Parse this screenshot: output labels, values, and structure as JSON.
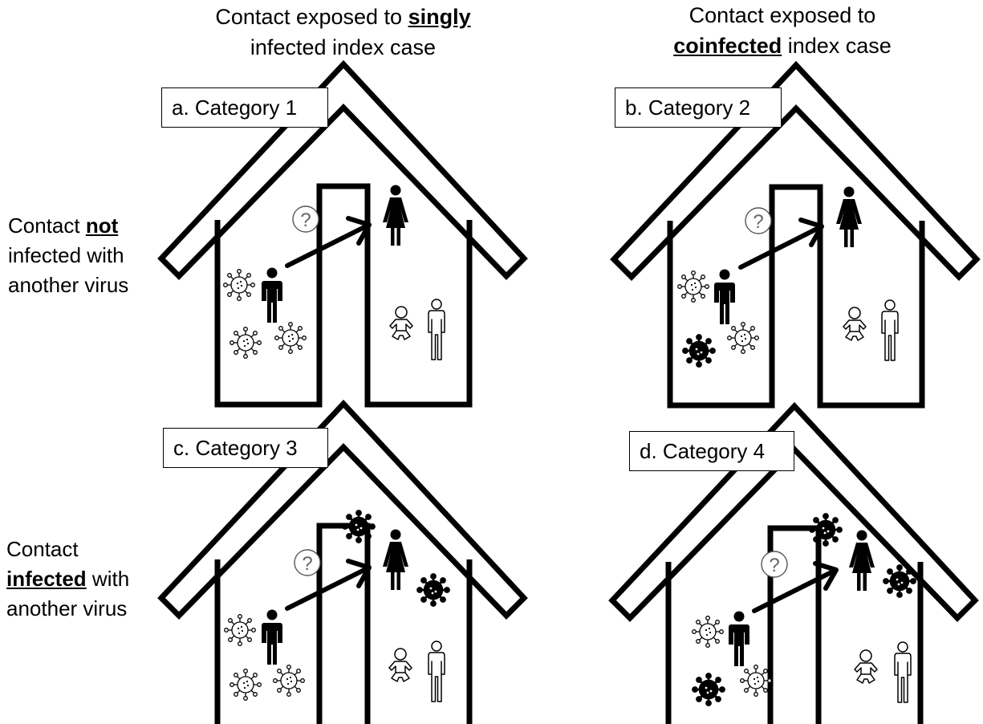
{
  "headers": {
    "col1": {
      "pre": "Contact exposed to ",
      "emph": "singly",
      "post": "infected index case"
    },
    "col2": {
      "pre": "Contact exposed to",
      "emph": "coinfected",
      "post": " index case"
    },
    "row1": {
      "pre": "Contact ",
      "emph": "not",
      "post1": "infected with",
      "post2": "another virus"
    },
    "row2": {
      "pre": "Contact",
      "emph": "infected",
      "post1": " with",
      "post2": "another virus"
    }
  },
  "panels": [
    {
      "label": "a. Category 1",
      "question": "?"
    },
    {
      "label": "b. Category 2",
      "question": "?"
    },
    {
      "label": "c. Category 3",
      "question": "?"
    },
    {
      "label": "d. Category 4",
      "question": "?"
    }
  ],
  "colors": {
    "ink": "#000000",
    "background": "#ffffff"
  },
  "icons": [
    "house-outline-icon",
    "virus-outline-icon",
    "virus-filled-icon",
    "man-icon",
    "woman-icon",
    "baby-icon",
    "person-outline-icon",
    "arrow-icon",
    "question-circle-icon"
  ]
}
